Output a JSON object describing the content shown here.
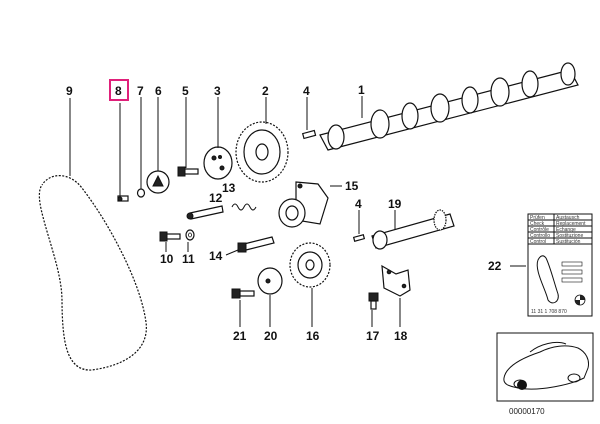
{
  "diagram": {
    "highlight_color": "#e0207a",
    "highlighted_part": "8",
    "labels": {
      "p1": "1",
      "p2": "2",
      "p3": "3",
      "p4": "4",
      "p4b": "4",
      "p5": "5",
      "p6": "6",
      "p7": "7",
      "p8": "8",
      "p9": "9",
      "p10": "10",
      "p11": "11",
      "p12": "12",
      "p13": "13",
      "p14": "14",
      "p15": "15",
      "p16": "16",
      "p17": "17",
      "p18": "18",
      "p19": "19",
      "p20": "20",
      "p21": "21",
      "p22": "22"
    },
    "info_card": {
      "rows": [
        [
          "Prüfen",
          "Austausch"
        ],
        [
          "Check",
          "Replacement"
        ],
        [
          "Contrôle",
          "Echange"
        ],
        [
          "Controllo",
          "Sostituzione"
        ],
        [
          "Control",
          "Sustitución"
        ]
      ],
      "code": "11 31 1 708 870"
    },
    "diagram_id": "00000170"
  }
}
